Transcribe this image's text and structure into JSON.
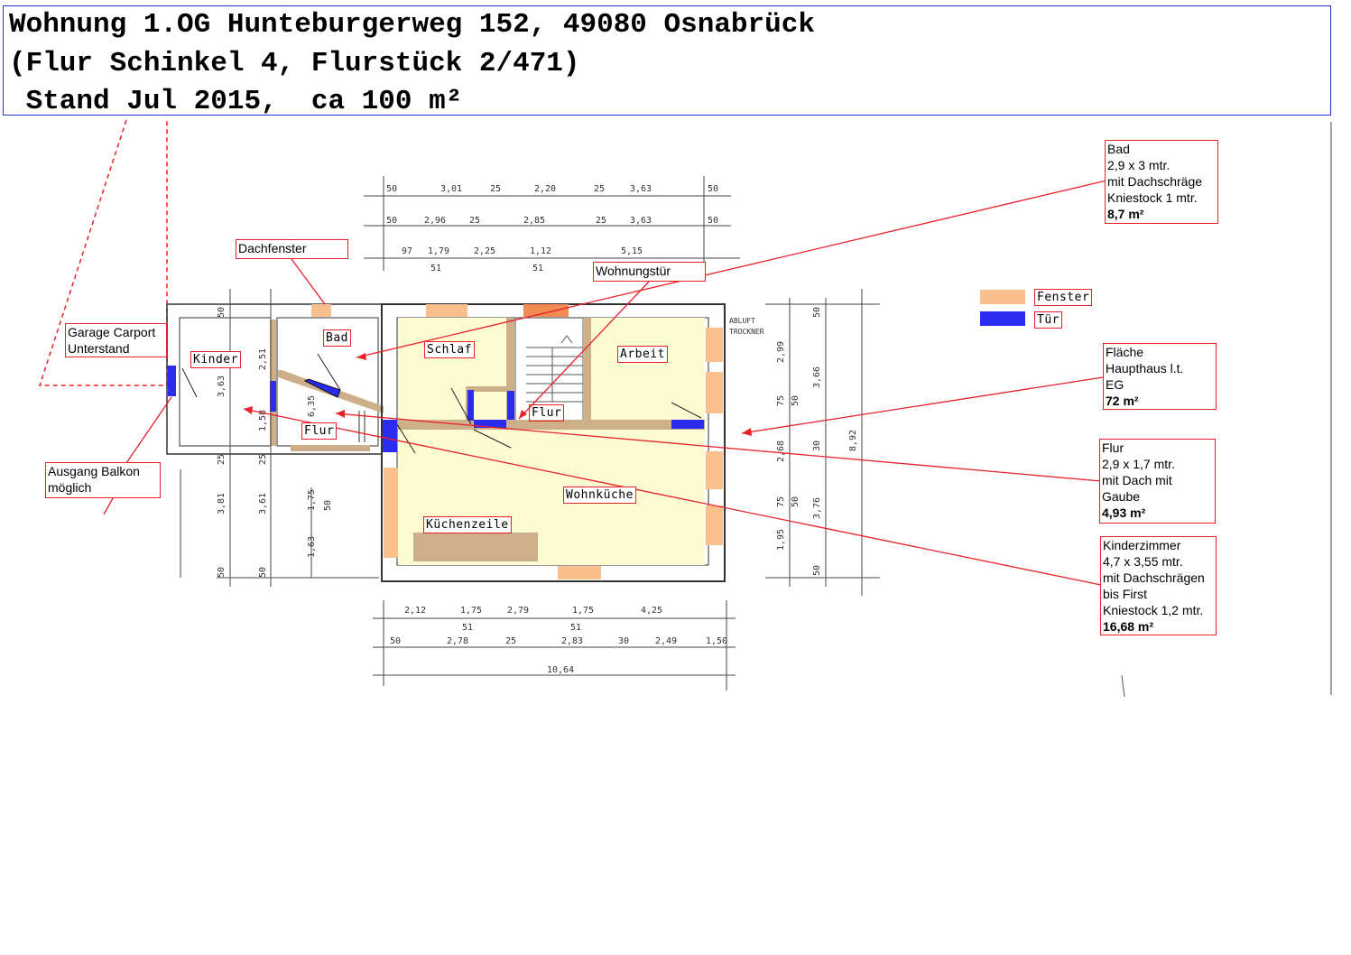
{
  "header": {
    "line1": "Wohnung 1.OG Hunteburgerweg 152, 49080 Osnabrück",
    "line2": "(Flur Schinkel 4, Flurstück 2/471)",
    "line3": " Stand Jul 2015,  ca 100 m²"
  },
  "legend": {
    "window_label": "Fenster",
    "door_label": "Tür",
    "window_color": "#f9bf8c",
    "door_color": "#2b2bf2"
  },
  "colors": {
    "room_fill": "#fdfbd2",
    "wall": "#cdb08a",
    "annotation": "#e8202a",
    "header_border": "#2233cc"
  },
  "rooms": {
    "kinder": "Kinder",
    "bad": "Bad",
    "schlaf": "Schlaf",
    "arbeit": "Arbeit",
    "flur_left": "Flur",
    "flur_center": "Flur",
    "wohnkueche": "Wohnküche",
    "kuechenzeile": "Küchenzeile"
  },
  "notes": {
    "dachfenster": "Dachfenster",
    "wohnungstuer": "Wohnungstür",
    "garage": [
      "Garage Carport",
      "Unterstand"
    ],
    "balkon": [
      "Ausgang Balkon",
      "möglich"
    ],
    "bad": {
      "lines": [
        "Bad",
        "2,9 x 3 mtr.",
        "mit Dachschräge",
        "Kniestock 1 mtr."
      ],
      "area": "8,7 m²"
    },
    "flaeche": {
      "lines": [
        "Fläche",
        "Haupthaus l.t.",
        "EG"
      ],
      "area": "72 m²"
    },
    "flur": {
      "lines": [
        "Flur",
        "2,9 x 1,7 mtr.",
        "mit Dach mit",
        "Gaube"
      ],
      "area": "4,93 m²"
    },
    "kinderzimmer": {
      "lines": [
        "Kinderzimmer",
        "4,7 x 3,55 mtr.",
        "mit Dachschrägen",
        "bis First",
        "Kniestock 1,2 mtr."
      ],
      "area": "16,68 m²"
    }
  },
  "plan_text": {
    "abluft": "ABLUFT",
    "trockner": "TROCKNER",
    "dims_top_row1": [
      "50",
      "3,01",
      "25",
      "2,20",
      "25",
      "3,63",
      "50"
    ],
    "dims_top_row2": [
      "50",
      "2,96",
      "25",
      "2,85",
      "25",
      "3,63",
      "50"
    ],
    "dims_top_row3": [
      "97",
      "1,79",
      "2,25",
      "1,12",
      "5,15"
    ],
    "dims_top_row3b": [
      "51",
      "51"
    ],
    "dims_bottom_row1": [
      "2,12",
      "1,75",
      "2,79",
      "1,75",
      "4,25"
    ],
    "dims_bottom_row1b": [
      "51",
      "51"
    ],
    "dims_bottom_row2": [
      "50",
      "2,78",
      "25",
      "2,83",
      "30",
      "2,49",
      "1,50"
    ],
    "dims_bottom_total": "10,64",
    "dims_right_outer": [
      "50",
      "3,66",
      "8,92",
      "3,76",
      "50"
    ],
    "dims_right_inner": [
      "2,99",
      "75",
      "50",
      "2,68",
      "30",
      "75",
      "50",
      "1,95"
    ],
    "dims_left_outer": [
      "50",
      "3,63",
      "25",
      "3,81",
      "50"
    ],
    "dims_left_inner": [
      "2,51",
      "1,58",
      "25",
      "3,61",
      "50"
    ],
    "dims_left_extra": [
      "6,35",
      "1,75",
      "50",
      "1,63"
    ]
  }
}
